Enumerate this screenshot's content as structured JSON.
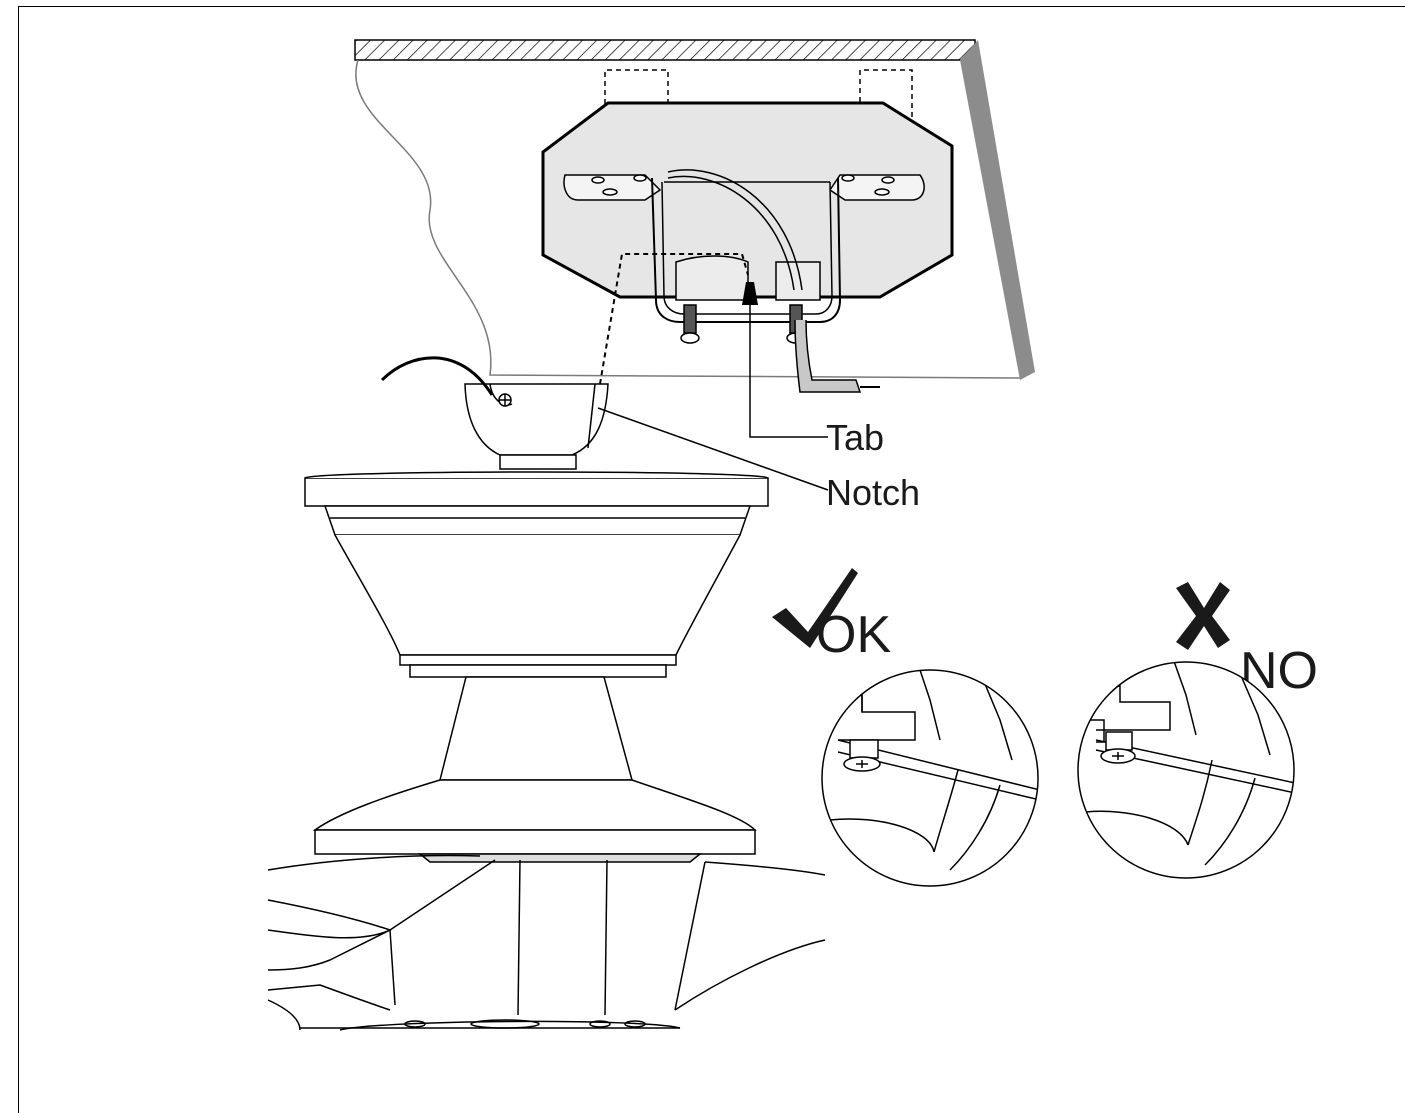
{
  "callouts": {
    "tab": "Tab",
    "notch": "Notch"
  },
  "badges": {
    "ok": "OK",
    "no": "NO"
  },
  "colors": {
    "ink": "#1a1a1a",
    "plate_fill": "#e6e6e6",
    "ceiling_edge": "#8c8c8c",
    "wire": "#c8c8c8"
  },
  "icons": {
    "ok": "check-mark-icon",
    "no": "x-mark-icon"
  }
}
